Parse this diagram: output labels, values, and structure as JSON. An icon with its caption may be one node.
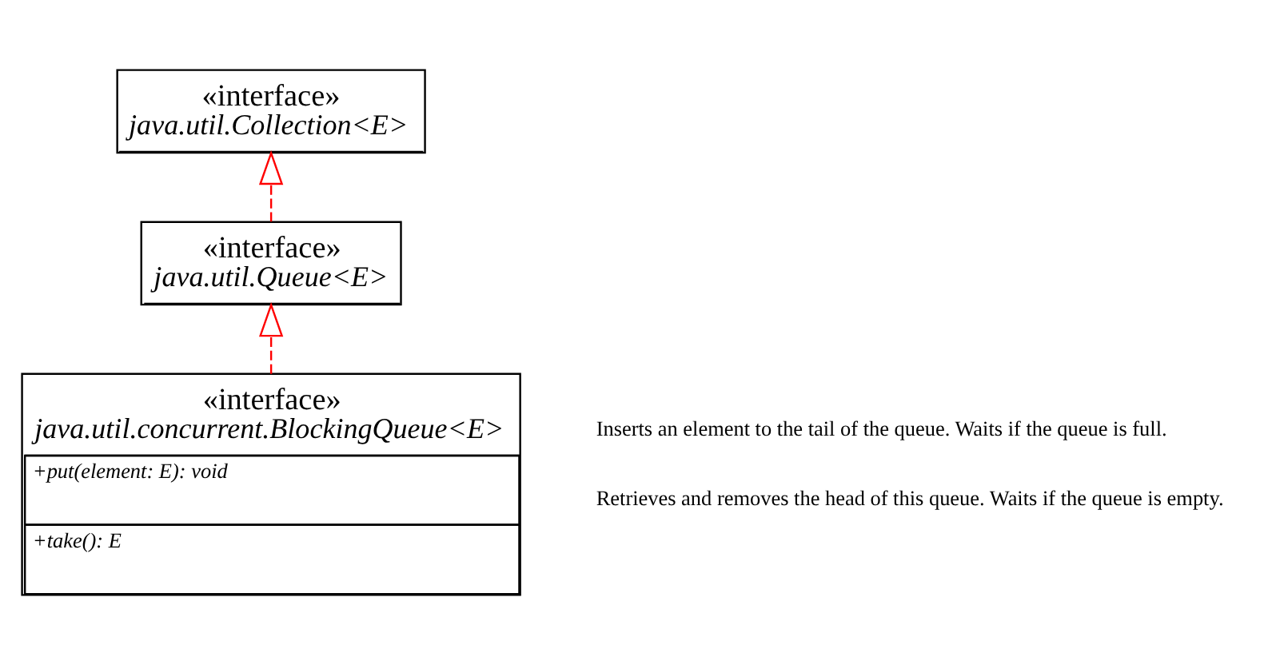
{
  "diagram": {
    "nodes": [
      {
        "text": [
          "«interface»",
          "java.util.Collection<E>"
        ]
      },
      {
        "text": [
          "«interface»",
          "java.util.Queue<E>"
        ]
      },
      {
        "text": [
          "«interface»",
          "java.util.concurrent.BlockingQueue<E>",
          "+put(element: E): void",
          "+take(): E"
        ],
        "beside": [
          "Inserts an element to the tail of the queue. Waits if the queue is full.",
          "Retrieves and removes the head of this queue. Waits if the queue is empty."
        ]
      }
    ],
    "edges": [
      {
        "from": 1,
        "to": 0,
        "arrow": "to",
        "style": "dashed"
      },
      {
        "from": 2,
        "to": 1,
        "arrow": "to",
        "style": "dashed"
      }
    ]
  }
}
